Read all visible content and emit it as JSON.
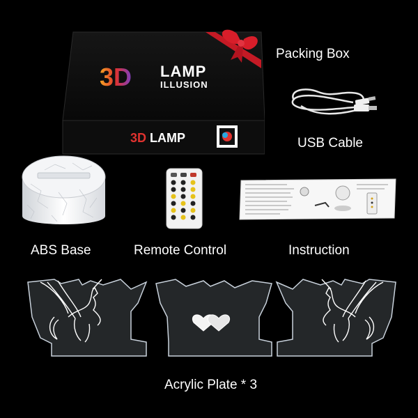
{
  "labels": {
    "packing_box": "Packing Box",
    "usb_cable": "USB Cable",
    "abs_base": "ABS Base",
    "remote_control": "Remote Control",
    "instruction": "Instruction",
    "acrylic_plate": "Acrylic Plate * 3"
  },
  "box": {
    "title_3d": "3D",
    "title_lamp": "LAMP",
    "title_illusion": "ILLUSION",
    "side_3d": "3D",
    "side_lamp": "LAMP"
  },
  "colors": {
    "background": "#000000",
    "label_text": "#ffffff",
    "ribbon": "#d81e2a",
    "box_black": "#0b0b0b",
    "title_gradient": [
      "#f5a623",
      "#e0322f",
      "#7a3fc4"
    ]
  }
}
